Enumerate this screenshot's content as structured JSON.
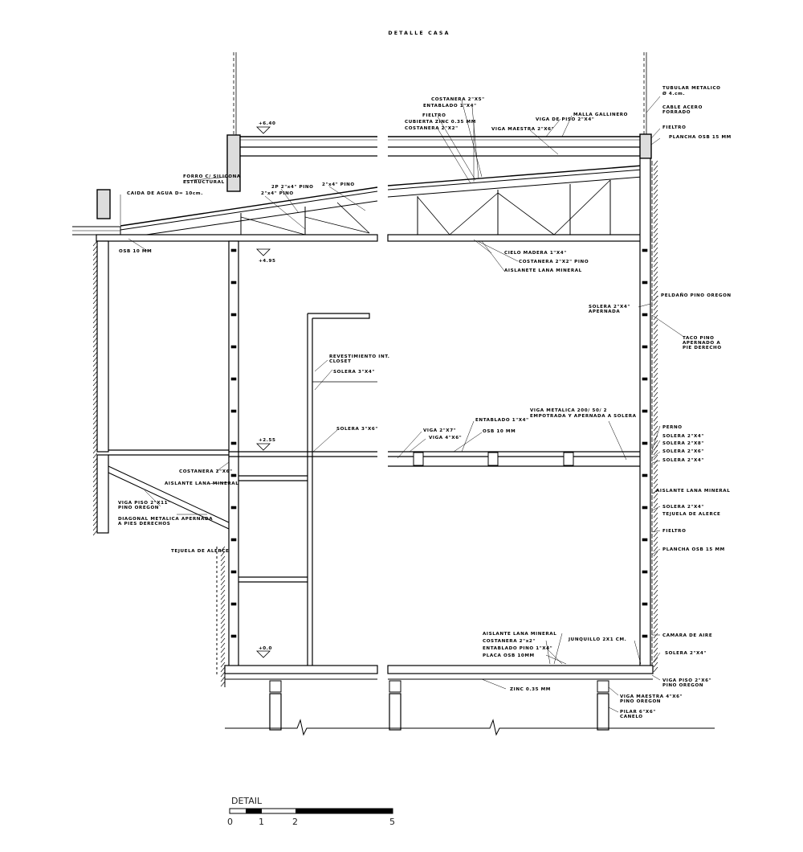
{
  "title": "DETALLE CASA",
  "levels": {
    "roof": "+6.40",
    "ceiling": "+4.95",
    "mezzanine": "+2.55",
    "floor": "+0.0"
  },
  "labels": {
    "tubular": "TUBULAR METALICO",
    "tubular_dia": "Ø 4.cm.",
    "cable": "CABLE ACERO",
    "forrado": "FORRADO",
    "fieltro_top": "FIELTRO",
    "plancha_top": "PLANCHA OSB 15 MM",
    "costanera_2x5": "COSTANERA 2\"X5\"",
    "entablado_1x4_top": "ENTABLADO 1\"X4\"",
    "fieltro_roof": "FIELTRO",
    "cubierta": "CUBIERTA ZINC 0.35 MM",
    "costanera_2x2_top": "COSTANERA 2\"X2\"",
    "malla": "MALLA GALLINERO",
    "viga_piso_top": "VIGA DE PISO 2\"X4\"",
    "viga_maestra_top": "VIGA MAESTRA 2\"X6\"",
    "forro": "FORRO C/ SILICONA",
    "estructural": "ESTRUCTURAL",
    "pino_2p": "2P 2\"x4\" PINO",
    "pino_2x4_a": "2\"x4\" PINO",
    "pino_2x4_b": "2\"x4\" PINO",
    "caida": "CAIDA DE AGUA D= 10cm.",
    "osb_left": "OSB 10 MM",
    "cielo": "CIELO MADERA 1\"X4\"",
    "costanera_pino": "COSTANERA 2\"X2\" PINO",
    "aislante_ceiling": "AISLANETE LANA MINERAL",
    "peldano": "PELDAÑO PINO OREGON",
    "solera_aper": "SOLERA 2\"X4\"",
    "apernada": "APERNADA",
    "taco1": "TACO PINO",
    "taco2": "APERNADO A",
    "taco3": "PIE DERECHO",
    "revest1": "REVESTIMIENTO INT.",
    "revest2": "CLOSET",
    "solera_3x4": "SOLERA 3\"X4\"",
    "solera_3x6": "SOLERA 3\"X6\"",
    "viga_met1": "VIGA METALICA   200/ 50/ 2",
    "viga_met2": "EMPOTRADA Y APERNADA A SOLERA",
    "entablado_mid": "ENTABLADO 1\"X4\"",
    "viga_2x7": "VIGA 2\"X7\"",
    "viga_4x6": "VIGA 4\"X6\"",
    "osb_mid": "OSB 10 MM",
    "perno": "PERNO",
    "solera_r1": "SOLERA 2\"X4\"",
    "solera_r2": "SOLERA 2\"X8\"",
    "solera_r3": "SOLERA 2\"X6\"",
    "solera_r4": "SOLERA 2\"X4\"",
    "costanera_left": "COSTANERA 2\"X6\"",
    "aislante_left": "AISLANTE LANA MINERAL",
    "viga_piso_l1": "VIGA PISO 2\"X11\"",
    "viga_piso_l2": "PINO OREGON",
    "diagonal1": "DIAGONAL METALICA APERNADA",
    "diagonal2": "A PIES DERECHOS",
    "tejuela_left": "TEJUELA DE ALERCE",
    "aislante_right": "AISLANTE LANA MINERAL",
    "solera_right": "SOLERA 2\"X4\"",
    "tejuela_right": "TEJUELA DE ALERCE",
    "fieltro_right": "FIELTRO",
    "plancha_right": "PLANCHA OSB 15 MM",
    "camara": "CAMARA DE AIRE",
    "solera_low": "SOLERA 2\"X4\"",
    "viga_piso_r1": "VIGA PISO 2\"X6\"",
    "viga_piso_r2": "PINO OREGON",
    "aislante_floor": "AISLANTE LANA MINERAL",
    "costanera_floor": "COSTANERA 2\"x2\"",
    "entablado_floor": "ENTABLADO PINO 1\"X4\"",
    "placa_floor": "PLACA OSB 10MM",
    "junquillo": "JUNQUILLO 2X1 CM.",
    "zinc": "ZINC 0.35 MM",
    "viga_maestra_b1": "VIGA MAESTRA 4\"X6\"",
    "viga_maestra_b2": "PINO OREGON",
    "pilar1": "PILAR 6\"X6\"",
    "pilar2": "CANELO"
  },
  "scale": {
    "label": "DETAIL",
    "ticks": [
      "0",
      "1",
      "2",
      "5"
    ]
  }
}
